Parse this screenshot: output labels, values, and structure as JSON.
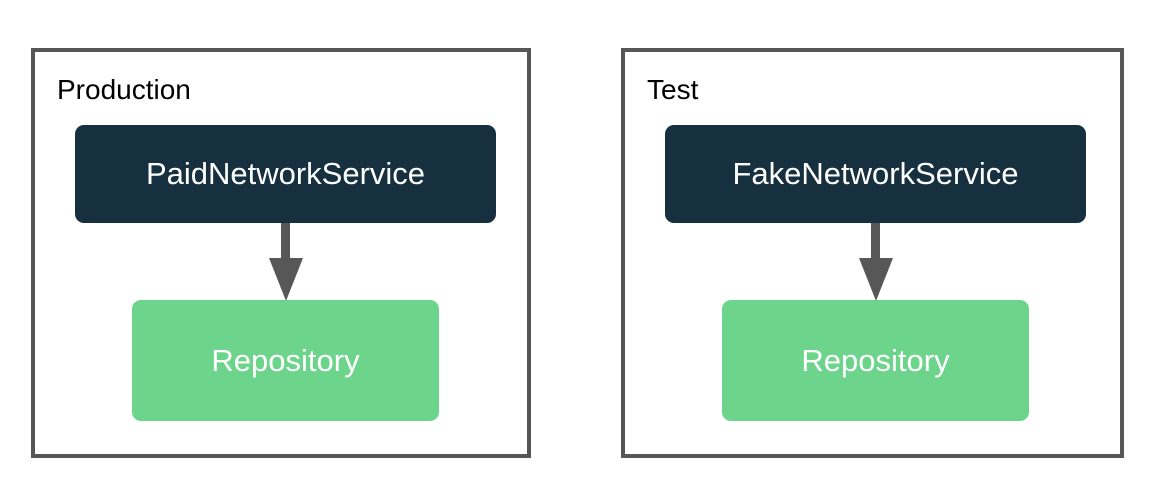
{
  "diagram": {
    "panels": [
      {
        "label": "Production",
        "service_label": "PaidNetworkService",
        "repository_label": "Repository"
      },
      {
        "label": "Test",
        "service_label": "FakeNetworkService",
        "repository_label": "Repository"
      }
    ],
    "colors": {
      "service_box_bg": "#16303F",
      "repository_box_bg": "#6DD48C",
      "panel_border": "#575757",
      "arrow": "#575757",
      "box_text": "#FFFFFF",
      "label_text": "#000000",
      "background": "#FFFFFF"
    }
  }
}
